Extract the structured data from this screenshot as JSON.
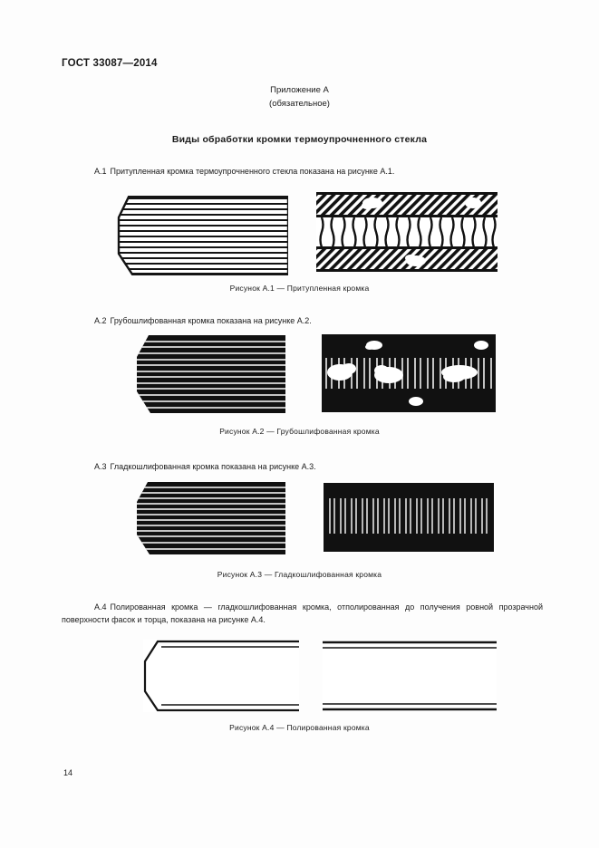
{
  "document": {
    "standard_header": "ГОСТ 33087—2014",
    "page_number": "14"
  },
  "appendix": {
    "label": "Приложение А",
    "status": "(обязательное)",
    "title": "Виды обработки кромки термоупрочненного стекла"
  },
  "sections": [
    {
      "id": "A.1",
      "number": "А.1",
      "text": "Притупленная кромка термоупрочненного стекла показана на рисунке А.1.",
      "caption": "Рисунок А.1 — Притупленная кромка"
    },
    {
      "id": "A.2",
      "number": "А.2",
      "text": "Грубошлифованная кромка показана на рисунке А.2.",
      "caption": "Рисунок А.2 — Грубошлифованная кромка"
    },
    {
      "id": "A.3",
      "number": "А.3",
      "text": "Гладкошлифованная кромка показана на рисунке А.3.",
      "caption": "Рисунок А.3 — Гладкошлифованная кромка"
    },
    {
      "id": "A.4",
      "number": "А.4",
      "text": "Полированная кромка — гладкошлифованная кромка, отполированная до получения ровной прозрачной поверхности фасок и торца, показана на рисунке А.4.",
      "caption": "Рисунок А.4 — Полированная кромка"
    }
  ],
  "figures": {
    "a1_left_name": "blunted-edge-cross-section-drawing",
    "a1_right_name": "blunted-edge-surface-photo",
    "a2_left_name": "rough-ground-edge-cross-section-drawing",
    "a2_right_name": "rough-ground-edge-surface-photo",
    "a3_left_name": "smooth-ground-edge-cross-section-drawing",
    "a3_right_name": "smooth-ground-edge-surface-photo",
    "a4_left_name": "polished-edge-cross-section-drawing",
    "a4_right_name": "polished-edge-surface-photo"
  },
  "colors": {
    "ink": "#1a1a1a",
    "paper": "#fdfdfd",
    "figure_black": "#111111",
    "figure_white": "#ffffff"
  }
}
